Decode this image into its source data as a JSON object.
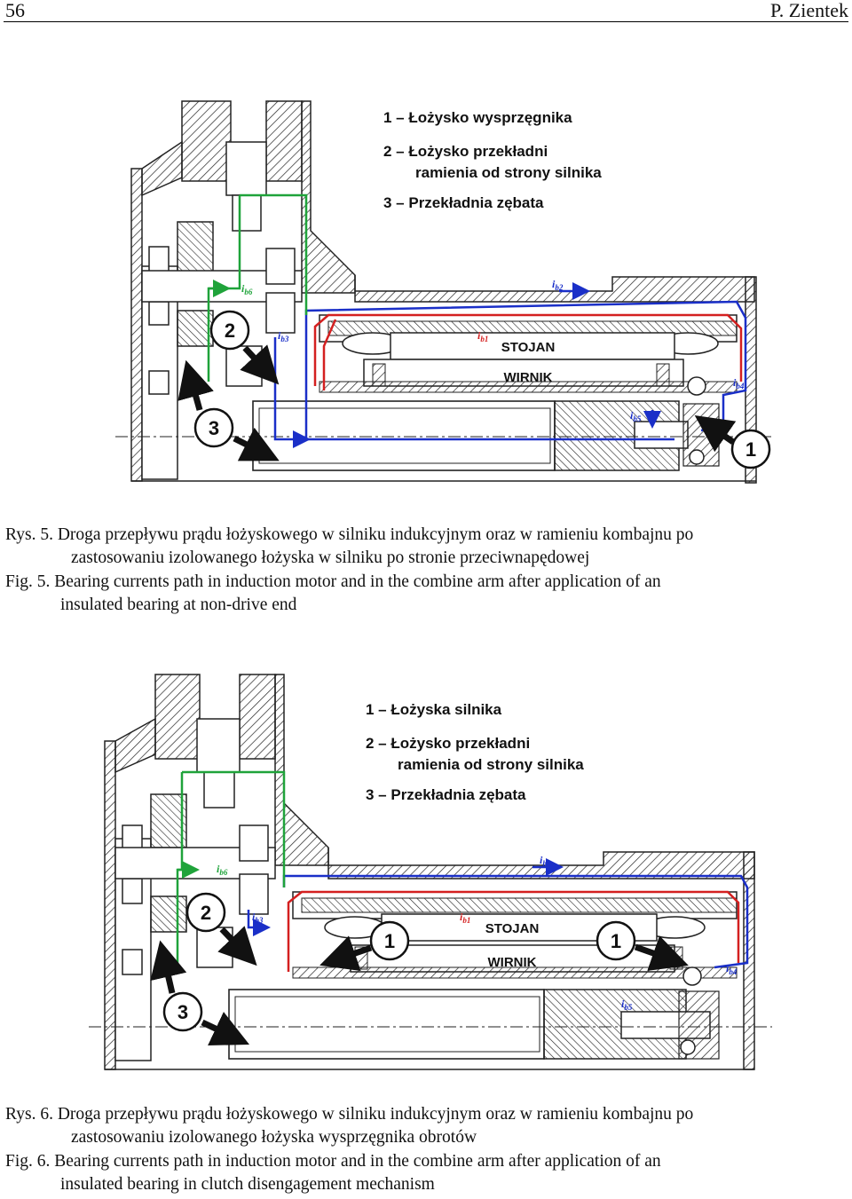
{
  "header": {
    "page_number": "56",
    "author": "P. Zientek"
  },
  "figure5": {
    "legend": [
      "1 – Łożysko wysprzęgnika",
      "2 – Łożysko przekładni",
      "ramienia od strony silnika",
      "3 – Przekładnia zębata"
    ],
    "stator_label": "STOJAN",
    "rotor_label": "WIRNIK",
    "currents": {
      "ib1": "i",
      "ib1_sub": "b1",
      "ib2": "i",
      "ib2_sub": "b2",
      "ib3": "i",
      "ib3_sub": "b3",
      "ib4": "i",
      "ib4_sub": "b4",
      "ib5": "i",
      "ib5_sub": "b5",
      "ib6": "i",
      "ib6_sub": "b6"
    },
    "markers": [
      "1",
      "2",
      "3"
    ],
    "caption_pl_1": "Rys. 5. Droga przepływu prądu łożyskowego w silniku indukcyjnym oraz w ramieniu kombajnu po",
    "caption_pl_2": "zastosowaniu izolowanego łożyska w silniku po stronie przeciwnapędowej",
    "caption_en_1": "Fig. 5. Bearing currents path in induction motor and in the combine arm after application of an",
    "caption_en_2": "insulated bearing at non-drive end"
  },
  "figure6": {
    "legend": [
      "1 – Łożyska silnika",
      "2 – Łożysko przekładni",
      "ramienia od strony silnika",
      "3 – Przekładnia zębata"
    ],
    "stator_label": "STOJAN",
    "rotor_label": "WIRNIK",
    "markers": [
      "1",
      "1",
      "2",
      "3"
    ],
    "caption_pl_1": "Rys. 6. Droga przepływu prądu łożyskowego w silniku indukcyjnym oraz w ramieniu kombajnu po",
    "caption_pl_2": "zastosowaniu izolowanego łożyska wysprzęgnika obrotów",
    "caption_en_1": "Fig. 6. Bearing currents path in induction motor and in the combine arm after application of an",
    "caption_en_2": "insulated bearing in clutch disengagement mechanism"
  },
  "colors": {
    "red_path": "#d42020",
    "blue_path": "#1a2fc8",
    "green_path": "#1fa33a",
    "hatch": "#222222"
  }
}
